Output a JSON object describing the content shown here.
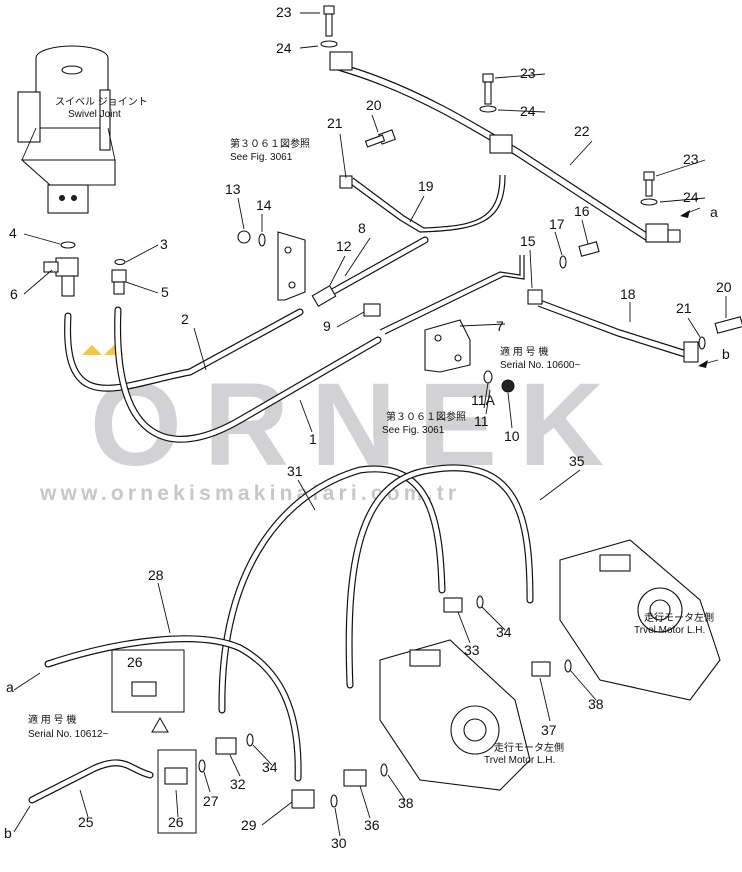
{
  "watermark": {
    "brand": "ORNEK",
    "url": "www.ornekismakinalari.com.tr",
    "color": "#b9b9bf",
    "accent_color": "#f2c744"
  },
  "notes": {
    "swivel_jp": "スイベル ジョイント",
    "swivel_en": "Swivel Joint",
    "see_fig_a_jp": "第３０６１図参照",
    "see_fig_a_en": "See Fig. 3061",
    "see_fig_b_jp": "第３０６１図参照",
    "see_fig_b_en": "See Fig. 3061",
    "serial_a_jp": "適 用 号 機",
    "serial_a_en": "Serial No. 10600~",
    "serial_b_jp": "適 用 号 機",
    "serial_b_en": "Serial No. 10612~",
    "motor_a_jp": "走行モータ左側",
    "motor_a_en": "Trvel Motor L.H.",
    "motor_b_jp": "走行モータ左側",
    "motor_b_en": "Trvel Motor L.H."
  },
  "refs": {
    "a": "a",
    "b": "b",
    "11a": "11A"
  },
  "callouts": {
    "c1": "1",
    "c2": "2",
    "c3": "3",
    "c4": "4",
    "c5": "5",
    "c6": "6",
    "c7": "7",
    "c8": "8",
    "c9": "9",
    "c10": "10",
    "c11": "11",
    "c12": "12",
    "c13": "13",
    "c14": "14",
    "c15": "15",
    "c16": "16",
    "c17": "17",
    "c18": "18",
    "c19": "19",
    "c20a": "20",
    "c20b": "20",
    "c21a": "21",
    "c21b": "21",
    "c22": "22",
    "c23a": "23",
    "c23b": "23",
    "c23c": "23",
    "c24a": "24",
    "c24b": "24",
    "c24c": "24",
    "c25": "25",
    "c26a": "26",
    "c26b": "26",
    "c27": "27",
    "c28": "28",
    "c29": "29",
    "c30": "30",
    "c31": "31",
    "c32": "32",
    "c33": "33",
    "c34a": "34",
    "c34b": "34",
    "c35": "35",
    "c36": "36",
    "c37": "37",
    "c38a": "38",
    "c38b": "38"
  }
}
